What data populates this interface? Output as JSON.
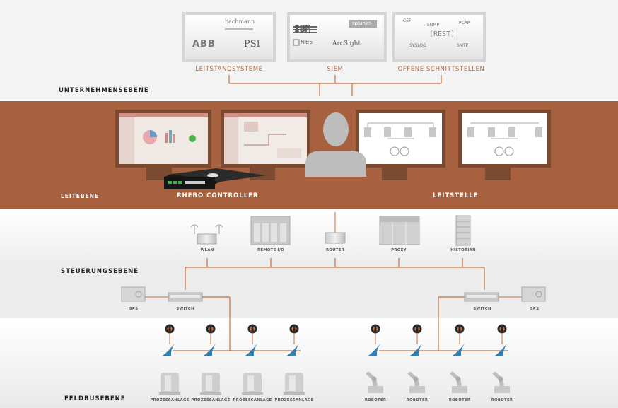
{
  "colors": {
    "band": "#a8613e",
    "accent": "#b5673f",
    "line": "#c9713e"
  },
  "top": {
    "caption_1": "LEITSTANDSYSTEME",
    "caption_2": "SIEM",
    "caption_3": "OFFENE SCHNITTSTELLEN",
    "logos_1": {
      "brand_a": "ABB",
      "brand_b": "PSI",
      "brand_c": "bachmann"
    },
    "logos_2": {
      "brand_a": "IBM",
      "brand_b": "splunk>",
      "brand_c": "ArcSight",
      "brand_d": "Nitro"
    },
    "interfaces": {
      "a": "CEF",
      "b": "SNMP",
      "c": "PCAP",
      "d": "[REST]",
      "e": "SYSLOG",
      "f": "SMTP"
    }
  },
  "levels": {
    "enterprise": "UNTERNEHMENSEBENE",
    "control_room": "LEITEBENE",
    "controller": "RHEBO CONTROLLER",
    "control_center": "LEITSTELLE",
    "control_layer": "STEUERUNGSEBENE",
    "fieldbus": "FELDBUSEBENE"
  },
  "network": {
    "wlan": "WLAN",
    "remote_io": "REMOTE I/O",
    "router": "ROUTER",
    "proxy": "PROXY",
    "historian": "HISTORIAN"
  },
  "control": {
    "sps_left": "SPS",
    "switch_left": "SWITCH",
    "switch_right": "SWITCH",
    "sps_right": "SPS"
  },
  "field": {
    "left_items": [
      "PROZESSANLAGE",
      "PROZESSANLAGE",
      "PROZESSANLAGE",
      "PROZESSANLAGE"
    ],
    "right_items": [
      "ROBOTER",
      "ROBOTER",
      "ROBOTER",
      "ROBOTER"
    ]
  },
  "icons": {
    "sensor": "sensor-icon",
    "fieldbus_node": "shark-fin-icon",
    "plant": "tank-icon",
    "robot": "robot-arm-icon",
    "person": "operator-icon"
  }
}
